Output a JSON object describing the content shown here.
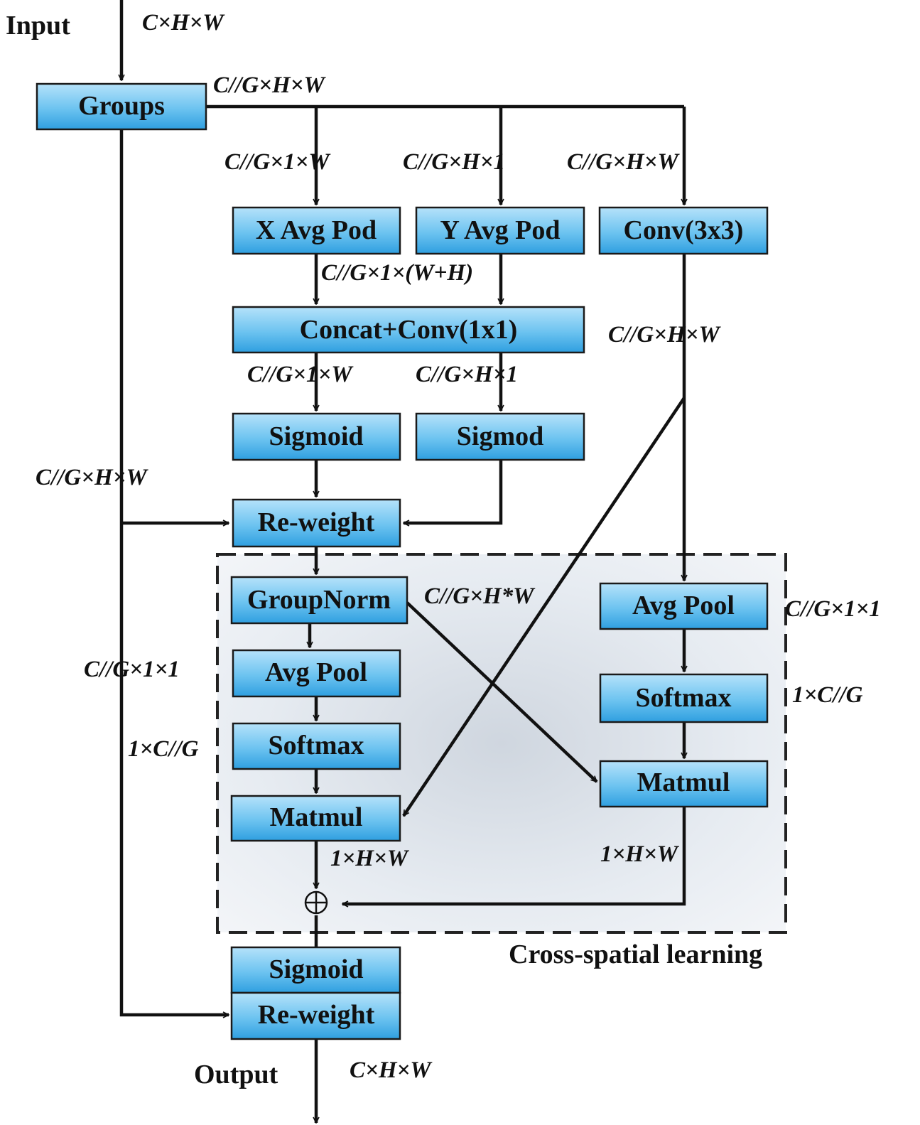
{
  "io": {
    "input_label": "Input",
    "output_label": "Output"
  },
  "region": {
    "label": "Cross-spatial learning"
  },
  "blocks": {
    "groups": "Groups",
    "x_avg_pool": "X Avg Pod",
    "y_avg_pool": "Y Avg Pod",
    "conv3x3": "Conv(3x3)",
    "concat_conv": "Concat+Conv(1x1)",
    "sigmoid_left": "Sigmoid",
    "sigmoid_right": "Sigmod",
    "reweight_top": "Re-weight",
    "groupnorm": "GroupNorm",
    "avgpool_left": "Avg Pool",
    "softmax_left": "Softmax",
    "matmul_left": "Matmul",
    "avgpool_right": "Avg Pool",
    "softmax_right": "Softmax",
    "matmul_right": "Matmul",
    "sigmoid_bottom": "Sigmoid",
    "reweight_bottom": "Re-weight"
  },
  "dims": {
    "input": "C×H×W",
    "groups_out": "C//G×H×W",
    "x_pool_in": "C//G×1×W",
    "y_pool_in": "C//G×H×1",
    "conv_in": "C//G×H×W",
    "concat_in": "C//G×1×(W+H)",
    "conv_out": "C//G×H×W",
    "sig_left_in": "C//G×1×W",
    "sig_right_in": "C//G×H×1",
    "bypass": "C//G×H×W",
    "groupnorm_out": "C//G×H*W",
    "avgpool_right_out": "C//G×1×1",
    "avgpool_left_in": "C//G×1×1",
    "softmax_left_in": "1×C//G",
    "softmax_right_out": "1×C//G",
    "matmul_left_out": "1×H×W",
    "matmul_right_out": "1×H×W",
    "output": "C×H×W"
  },
  "symbols": {
    "add": "⊕"
  },
  "colors": {
    "block_light": "#a9dcf7",
    "block_dark": "#2f9fe0",
    "region_fill": "#e3e8ee",
    "line": "#111111"
  }
}
